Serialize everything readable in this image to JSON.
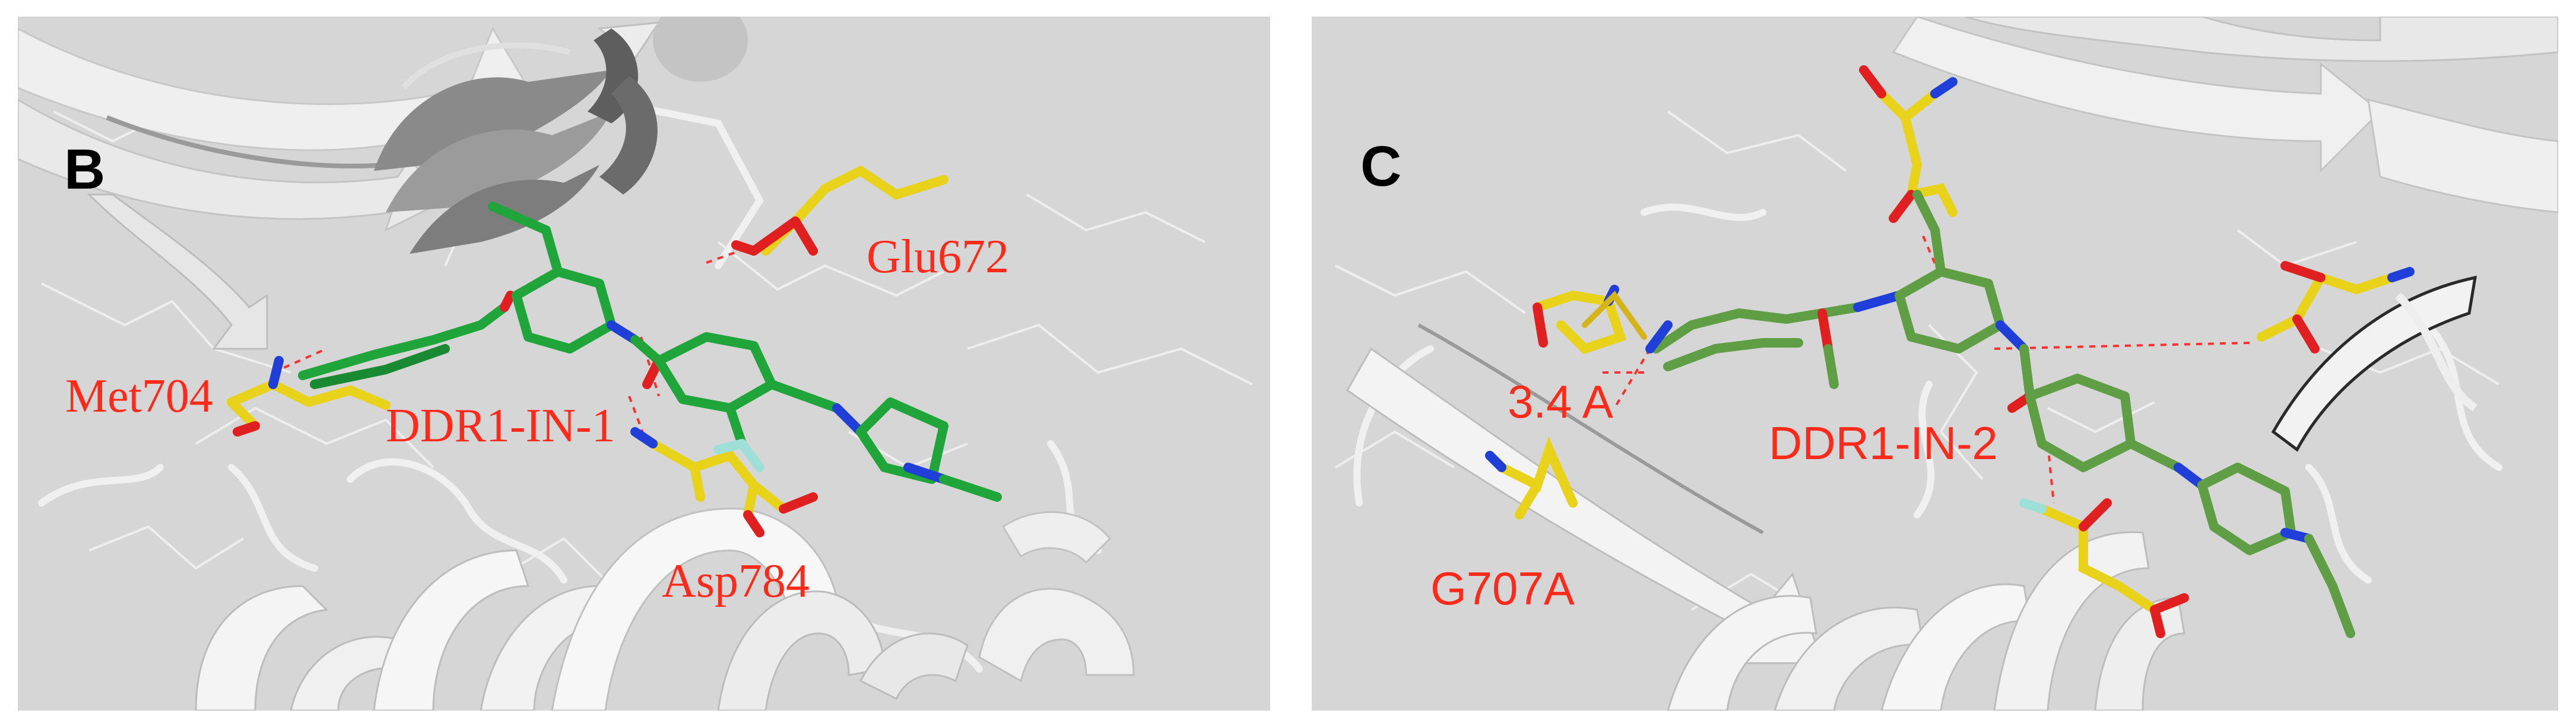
{
  "figure": {
    "colors": {
      "background": "#d6d6d6",
      "ribbon": "#efefef",
      "ribbon_dark": "#8a8a8a",
      "ligand_b": "#1fa53a",
      "ligand_c": "#5f9e45",
      "residue": "#e8d21a",
      "nitrogen": "#1f3fd8",
      "oxygen": "#e02020",
      "fluorine": "#9ee0d8",
      "label": "#ff2a1a",
      "hbond": "#ff3030"
    },
    "panel_b": {
      "letter": "B",
      "labels": {
        "glu": "Glu672",
        "met": "Met704",
        "ligand": "DDR1-IN-1",
        "asp": "Asp784"
      }
    },
    "panel_c": {
      "letter": "C",
      "labels": {
        "distance": "3.4 A",
        "ligand": "DDR1-IN-2",
        "mutation": "G707A"
      }
    }
  }
}
